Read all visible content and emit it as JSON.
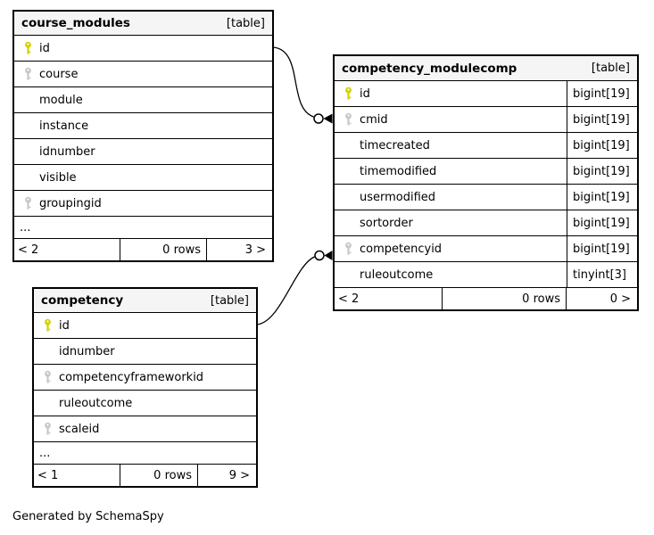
{
  "diagram": {
    "footer_note": "Generated by SchemaSpy",
    "colors": {
      "primary_key": "#d2d200",
      "foreign_key": "#c8c8c8",
      "header_bg": "#f5f5f5",
      "border": "#000000",
      "relationship_line": "#000000"
    },
    "relationships": [
      {
        "from": "course_modules.id",
        "to": "competency_modulecomp.cmid"
      },
      {
        "from": "competency.id",
        "to": "competency_modulecomp.competencyid"
      }
    ],
    "tables": {
      "course_modules": {
        "title": "course_modules",
        "badge": "[table]",
        "columns": [
          {
            "name": "id",
            "key": "primary"
          },
          {
            "name": "course",
            "key": "foreign"
          },
          {
            "name": "module",
            "key": "none"
          },
          {
            "name": "instance",
            "key": "none"
          },
          {
            "name": "idnumber",
            "key": "none"
          },
          {
            "name": "visible",
            "key": "none"
          },
          {
            "name": "groupingid",
            "key": "foreign"
          }
        ],
        "ellipsis": "...",
        "footer": {
          "prev": "< 2",
          "rows": "0 rows",
          "next": "3 >"
        }
      },
      "competency_modulecomp": {
        "title": "competency_modulecomp",
        "badge": "[table]",
        "columns": [
          {
            "name": "id",
            "type": "bigint[19]",
            "key": "primary"
          },
          {
            "name": "cmid",
            "type": "bigint[19]",
            "key": "foreign"
          },
          {
            "name": "timecreated",
            "type": "bigint[19]",
            "key": "none"
          },
          {
            "name": "timemodified",
            "type": "bigint[19]",
            "key": "none"
          },
          {
            "name": "usermodified",
            "type": "bigint[19]",
            "key": "none"
          },
          {
            "name": "sortorder",
            "type": "bigint[19]",
            "key": "none"
          },
          {
            "name": "competencyid",
            "type": "bigint[19]",
            "key": "foreign"
          },
          {
            "name": "ruleoutcome",
            "type": "tinyint[3]",
            "key": "none"
          }
        ],
        "footer": {
          "prev": "< 2",
          "rows": "0 rows",
          "next": "0 >"
        }
      },
      "competency": {
        "title": "competency",
        "badge": "[table]",
        "columns": [
          {
            "name": "id",
            "key": "primary"
          },
          {
            "name": "idnumber",
            "key": "none"
          },
          {
            "name": "competencyframeworkid",
            "key": "foreign"
          },
          {
            "name": "ruleoutcome",
            "key": "none"
          },
          {
            "name": "scaleid",
            "key": "foreign"
          }
        ],
        "ellipsis": "...",
        "footer": {
          "prev": "< 1",
          "rows": "0 rows",
          "next": "9 >"
        }
      }
    }
  }
}
